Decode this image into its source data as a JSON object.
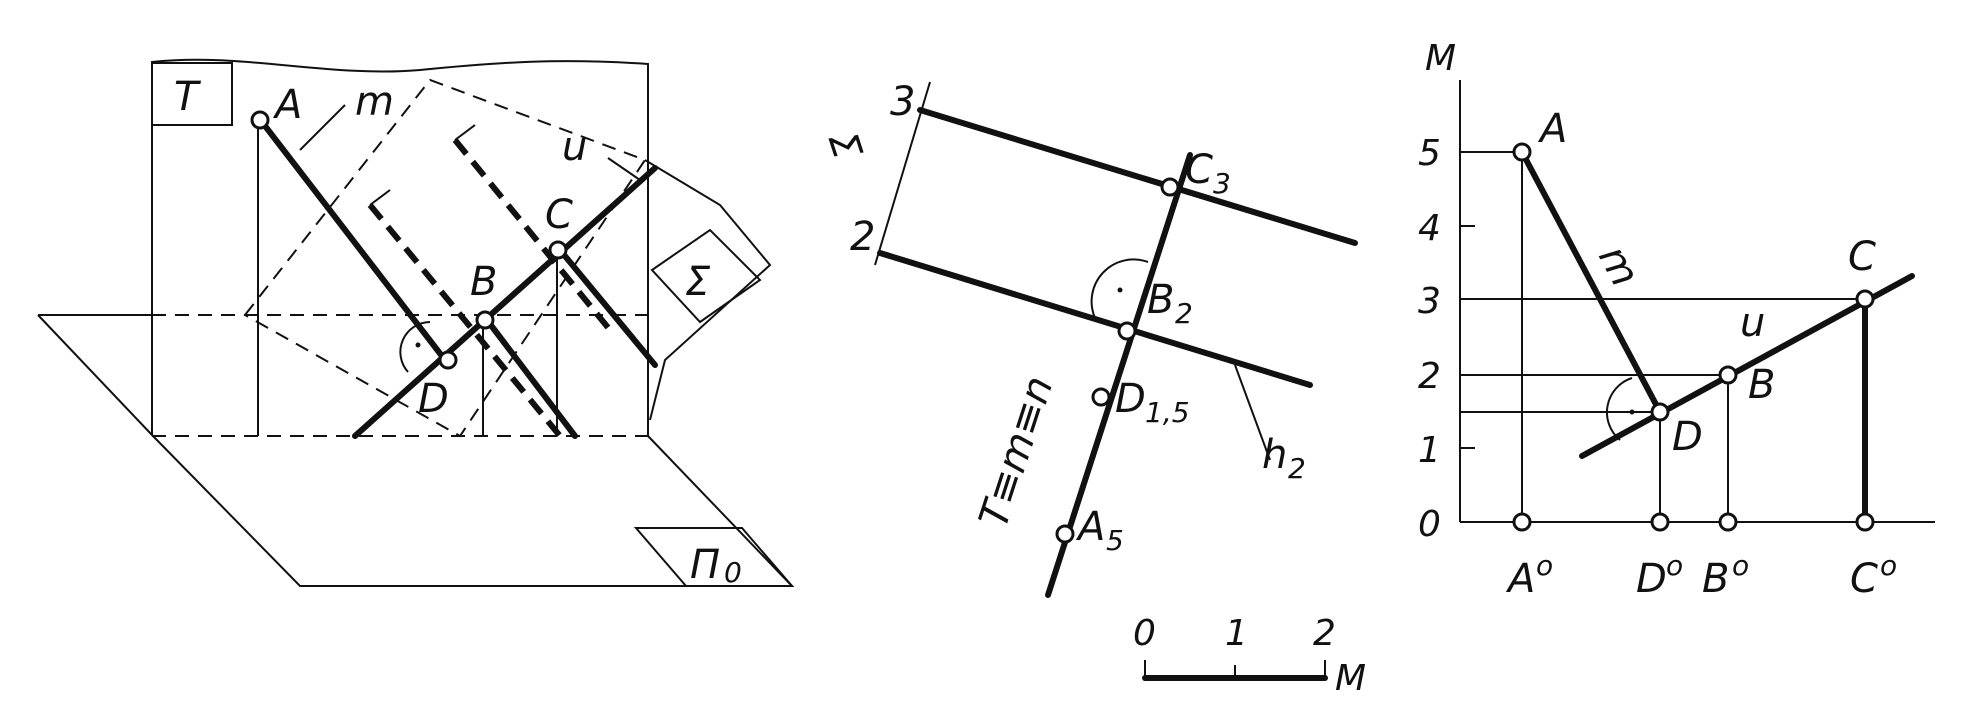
{
  "left_view": {
    "plane_t": "T",
    "plane_sigma": "Σ",
    "plane_pi": "Π",
    "plane_pi_sub": "0",
    "point_a": "A",
    "point_b": "B",
    "point_c": "C",
    "point_d": "D",
    "line_m": "m",
    "line_u": "u"
  },
  "middle_view": {
    "level_3": "3",
    "level_2": "2",
    "sigma": "Σ",
    "c": "C",
    "c_sub": "3",
    "b": "B",
    "b_sub": "2",
    "d": "D",
    "d_sub": "1,5",
    "a": "A",
    "a_sub": "5",
    "h": "h",
    "h_sub": "2",
    "line_label": "T≡m≡n"
  },
  "scale_bar": {
    "ticks": [
      "0",
      "1",
      "2"
    ],
    "unit": "M"
  },
  "right_view": {
    "axis_unit": "M",
    "y_ticks": [
      "5",
      "4",
      "3",
      "2",
      "1",
      "0"
    ],
    "point_a": "A",
    "point_b": "B",
    "point_c": "C",
    "point_d": "D",
    "line_m": "m",
    "line_u": "u",
    "base_a": "A",
    "base_d": "D",
    "base_b": "B",
    "base_c": "C",
    "base_sup": "o"
  }
}
